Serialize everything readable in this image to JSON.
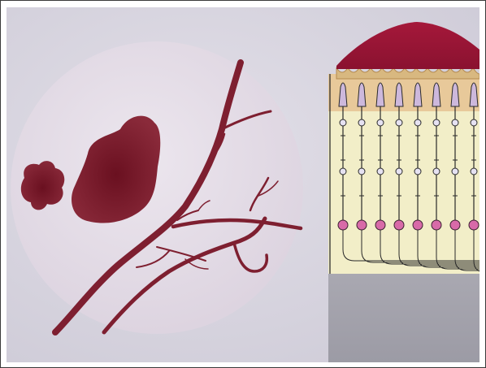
{
  "image": {
    "kind": "photo-of-printed-illustration",
    "panels": [
      {
        "id": "fundus-circle",
        "depicts": "retinal-hemorrhage-with-vessels"
      },
      {
        "id": "retina-cross-section",
        "depicts": "retinal-layers-with-hemorrhage-cap"
      }
    ]
  },
  "colors": {
    "background": "#d8d5e0",
    "circle_fill": "#e6e0ea",
    "blood": "#7a1a2c",
    "vessel": "#7e1f30",
    "cap": "#96162f",
    "tan_layer": "#e8c99a",
    "yellow_layer": "#f2eec8",
    "rod_fill": "#cdb8dc",
    "nucleus_pink": "#d86aa8",
    "gray_base": "#a5a4ad"
  },
  "cross_section": {
    "column_count": 8
  }
}
